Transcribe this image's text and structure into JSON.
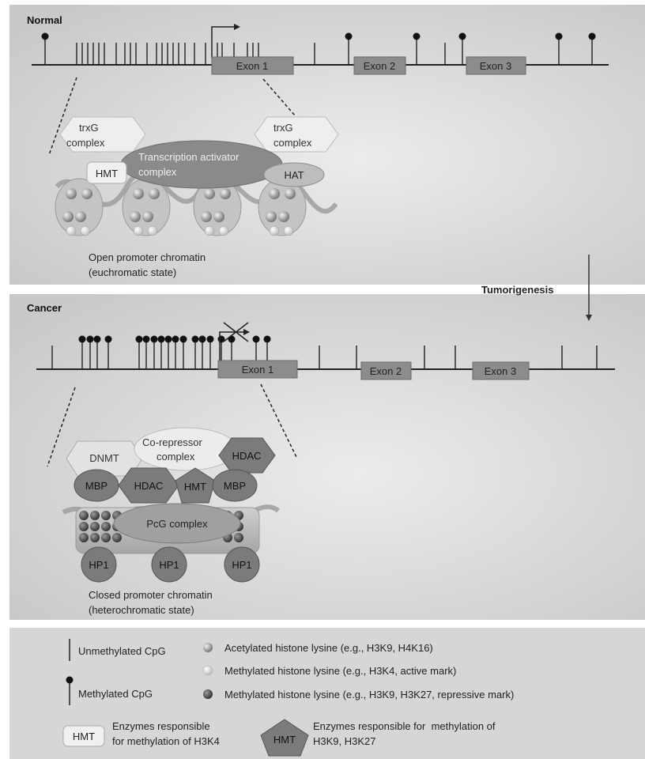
{
  "normal": {
    "title": "Normal",
    "exons": [
      "Exon 1",
      "Exon 2",
      "Exon 3"
    ],
    "trxg_left": [
      "trxG",
      "complex"
    ],
    "trxg_right": [
      "trxG",
      "complex"
    ],
    "activator": [
      "Transcription activator",
      "complex"
    ],
    "hmt": "HMT",
    "hat": "HAT",
    "caption": [
      "Open promoter chromatin",
      "(euchromatic state)"
    ]
  },
  "transition": "Tumorigenesis",
  "cancer": {
    "title": "Cancer",
    "exons": [
      "Exon 1",
      "Exon 2",
      "Exon 3"
    ],
    "dnmt": "DNMT",
    "corepressor": [
      "Co-repressor",
      "complex"
    ],
    "hdac_top": "HDAC",
    "mbp_left": "MBP",
    "hdac_mid": "HDAC",
    "hmt": "HMT",
    "mbp_right": "MBP",
    "pcg": "PcG complex",
    "hp1": [
      "HP1",
      "HP1",
      "HP1"
    ],
    "caption": [
      "Closed promoter chromatin",
      "(heterochromatic state)"
    ]
  },
  "legend": {
    "unmethylated": "Unmethylated CpG",
    "methylated": "Methylated CpG",
    "acetylated": "Acetylated histone lysine (e.g., H3K9, H4K16)",
    "methyl_active": "Methylated histone lysine (e.g., H3K4, active mark)",
    "methyl_repressive": "Methylated histone lysine (e.g., H3K9, H3K27, repressive mark)",
    "hmt_box": "HMT",
    "hmt_box_desc": [
      "Enzymes responsible",
      "for methylation of H3K4"
    ],
    "hmt_pent": "HMT",
    "hmt_pent_desc": [
      "Enzymes responsible for  methylation of",
      "H3K9, H3K27"
    ]
  },
  "colors": {
    "panel_bg": "#d2d2d2",
    "exon_fill": "#8c8c8c",
    "activator_fill": "#8a8a8a",
    "dark_shape": "#7b7b7b",
    "light_shape": "#ececec"
  }
}
